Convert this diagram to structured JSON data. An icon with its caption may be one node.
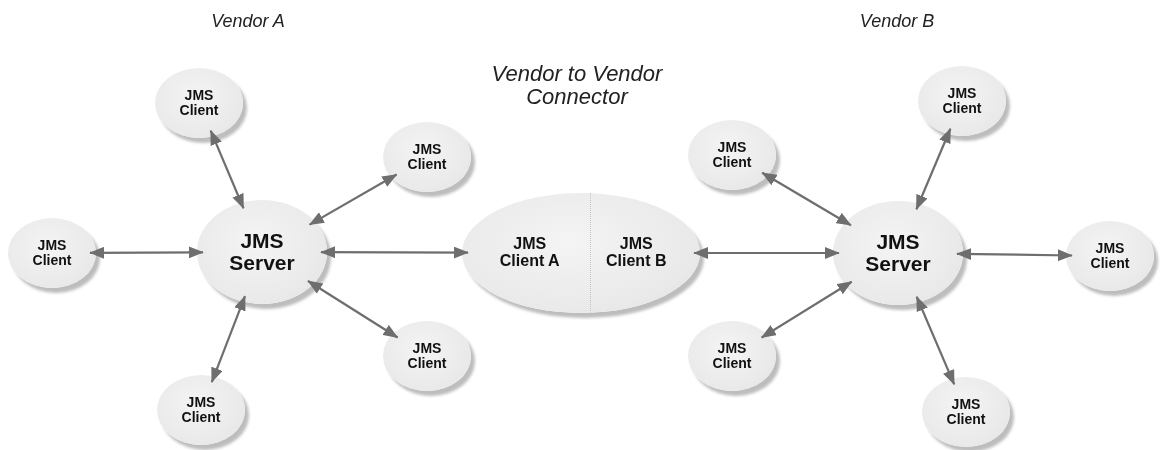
{
  "diagram": {
    "nodes": [
      {
        "text": [],
        "shape": "ellipse"
      },
      {
        "text": [
          "JMS Client A"
        ],
        "in": 0
      },
      {
        "text": [
          "JMS Client B"
        ],
        "in": 0
      },
      {
        "text": [
          "JMS Server"
        ]
      },
      {
        "text": [
          "JMS Client"
        ]
      },
      {
        "text": [
          "JMS Client"
        ]
      },
      {
        "text": [
          "JMS Client"
        ]
      },
      {
        "text": [
          "JMS Client"
        ]
      },
      {
        "text": [
          "JMS Client"
        ]
      },
      {
        "text": [
          "JMS Server"
        ]
      },
      {
        "text": [
          "JMS Client"
        ]
      },
      {
        "text": [
          "JMS Client"
        ]
      },
      {
        "text": [
          "JMS Client"
        ]
      },
      {
        "text": [
          "JMS Client"
        ]
      },
      {
        "text": [
          "JMS Client"
        ]
      }
    ],
    "edges": [
      {
        "from": 3,
        "to": 4,
        "arrow": "both"
      },
      {
        "from": 3,
        "to": 5,
        "arrow": "both"
      },
      {
        "from": 3,
        "to": 6,
        "arrow": "both"
      },
      {
        "from": 3,
        "to": 7,
        "arrow": "both"
      },
      {
        "from": 3,
        "to": 8,
        "arrow": "both"
      },
      {
        "from": 3,
        "to": 1,
        "arrow": "both"
      },
      {
        "from": 2,
        "to": 9,
        "arrow": "both"
      },
      {
        "from": 9,
        "to": 10,
        "arrow": "both"
      },
      {
        "from": 9,
        "to": 11,
        "arrow": "both"
      },
      {
        "from": 9,
        "to": 12,
        "arrow": "both"
      },
      {
        "from": 9,
        "to": 13,
        "arrow": "both"
      },
      {
        "from": 9,
        "to": 14,
        "arrow": "both"
      }
    ],
    "labels": [
      "Vendor A",
      "Vendor B",
      "Vendor to Vendor Connector"
    ]
  }
}
